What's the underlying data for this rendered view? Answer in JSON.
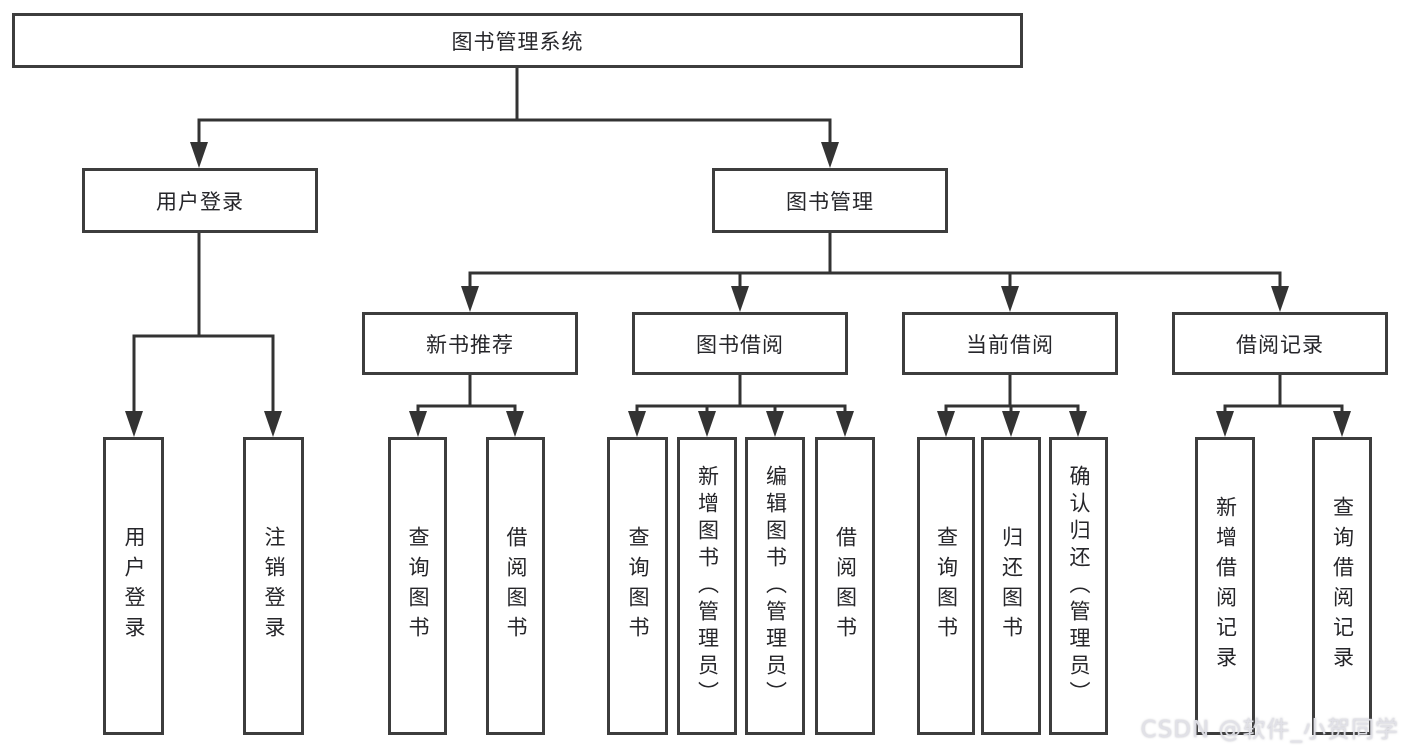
{
  "diagram": {
    "type": "hierarchy-structure-chart",
    "colors": {
      "box_border": "#3d3d3d",
      "connector_line": "#333333",
      "box_fill": "#ffffff",
      "text": "#26262a",
      "watermark_text": "#e1e1e8"
    },
    "nodes": {
      "root": {
        "label": "图书管理系统"
      },
      "user_login": {
        "label": "用户登录"
      },
      "book_mgmt": {
        "label": "图书管理"
      },
      "new_book_rec": {
        "label": "新书推荐"
      },
      "book_borrow": {
        "label": "图书借阅"
      },
      "current_borrow": {
        "label": "当前借阅"
      },
      "borrow_record": {
        "label": "借阅记录"
      },
      "user_login_action": {
        "label": "用户登录"
      },
      "logout_action": {
        "label": "注销登录"
      },
      "query_book_rec": {
        "label": "查询图书"
      },
      "borrow_book_rec": {
        "label": "借阅图书"
      },
      "query_book_borrow": {
        "label": "查询图书"
      },
      "add_book_admin": {
        "label": "新增图书（管理员）"
      },
      "edit_book_admin": {
        "label": "编辑图书（管理员）"
      },
      "borrow_book_again": {
        "label": "借阅图书"
      },
      "query_book_current": {
        "label": "查询图书"
      },
      "return_book": {
        "label": "归还图书"
      },
      "confirm_return_admin": {
        "label": "确认归还（管理员）"
      },
      "add_borrow_record": {
        "label": "新增借阅记录"
      },
      "query_borrow_record": {
        "label": "查询借阅记录"
      }
    },
    "edges": [
      {
        "from": "root",
        "to": "user_login"
      },
      {
        "from": "root",
        "to": "book_mgmt"
      },
      {
        "from": "user_login",
        "to": "user_login_action"
      },
      {
        "from": "user_login",
        "to": "logout_action"
      },
      {
        "from": "book_mgmt",
        "to": "new_book_rec"
      },
      {
        "from": "book_mgmt",
        "to": "book_borrow"
      },
      {
        "from": "book_mgmt",
        "to": "current_borrow"
      },
      {
        "from": "book_mgmt",
        "to": "borrow_record"
      },
      {
        "from": "new_book_rec",
        "to": "query_book_rec"
      },
      {
        "from": "new_book_rec",
        "to": "borrow_book_rec"
      },
      {
        "from": "book_borrow",
        "to": "query_book_borrow"
      },
      {
        "from": "book_borrow",
        "to": "add_book_admin"
      },
      {
        "from": "book_borrow",
        "to": "edit_book_admin"
      },
      {
        "from": "book_borrow",
        "to": "borrow_book_again"
      },
      {
        "from": "current_borrow",
        "to": "query_book_current"
      },
      {
        "from": "current_borrow",
        "to": "return_book"
      },
      {
        "from": "current_borrow",
        "to": "confirm_return_admin"
      },
      {
        "from": "borrow_record",
        "to": "add_borrow_record"
      },
      {
        "from": "borrow_record",
        "to": "query_borrow_record"
      }
    ],
    "watermark": {
      "text": "CSDN @软件_小贺同学"
    }
  }
}
